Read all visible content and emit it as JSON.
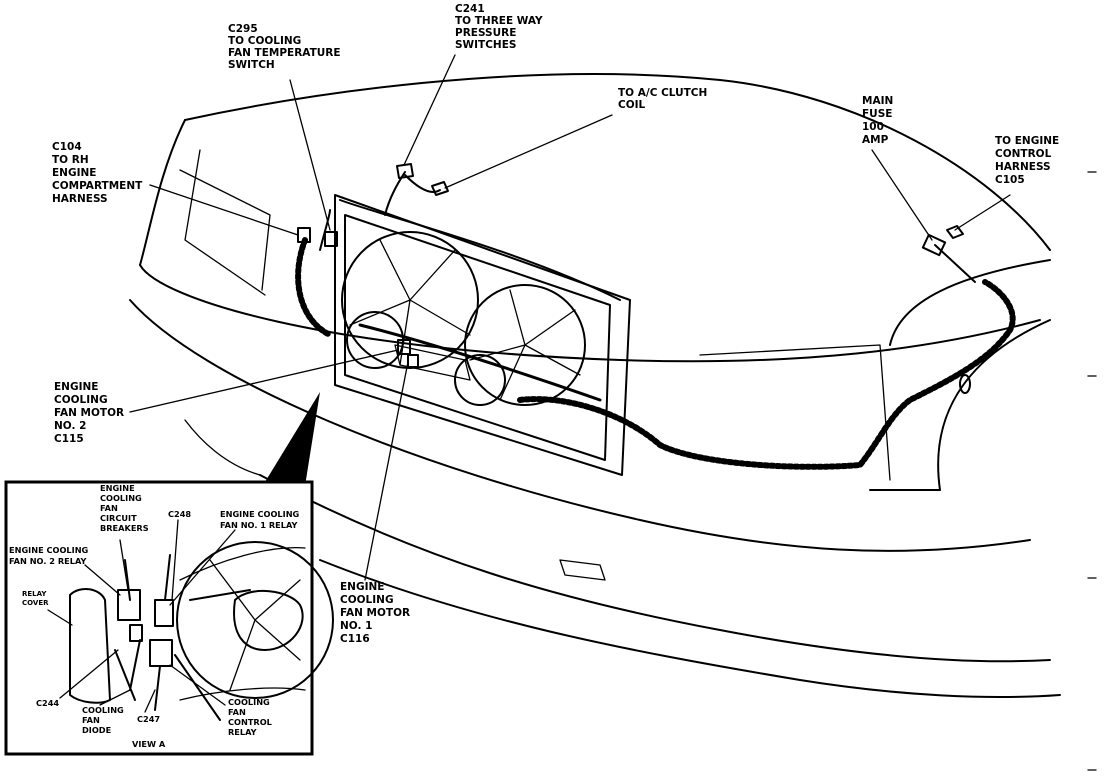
{
  "labels": {
    "c241": [
      "C241",
      "TO THREE WAY",
      "PRESSURE",
      "SWITCHES"
    ],
    "c295": [
      "C295",
      "TO COOLING",
      "FAN TEMPERATURE",
      "SWITCH"
    ],
    "ac_clutch": [
      "TO A/C CLUTCH",
      "COIL"
    ],
    "main_fuse": [
      "MAIN",
      "FUSE",
      "100",
      "AMP"
    ],
    "engine_control": [
      "TO ENGINE",
      "CONTROL",
      "HARNESS",
      "C105"
    ],
    "c104": [
      "C104",
      "TO RH",
      "ENGINE",
      "COMPARTMENT",
      "HARNESS"
    ],
    "fan_motor_2": [
      "ENGINE",
      "COOLING",
      "FAN MOTOR",
      "NO. 2",
      "C115"
    ],
    "fan_motor_1": [
      "ENGINE",
      "COOLING",
      "FAN MOTOR",
      "NO. 1",
      "C116"
    ]
  },
  "inset": {
    "circuit_breakers": [
      "ENGINE",
      "COOLING",
      "FAN",
      "CIRCUIT",
      "BREAKERS"
    ],
    "c248": [
      "C248"
    ],
    "fan_no1_relay": [
      "ENGINE COOLING",
      "FAN NO. 1 RELAY"
    ],
    "fan_no2_relay": [
      "ENGINE COOLING",
      "FAN NO. 2 RELAY"
    ],
    "relay_cover": [
      "RELAY",
      "COVER"
    ],
    "c244": [
      "C244"
    ],
    "fan_diode": [
      "COOLING",
      "FAN",
      "DIODE"
    ],
    "c247": [
      "C247"
    ],
    "fan_control_relay": [
      "COOLING",
      "FAN",
      "CONTROL",
      "RELAY"
    ],
    "view": [
      "VIEW A"
    ]
  }
}
